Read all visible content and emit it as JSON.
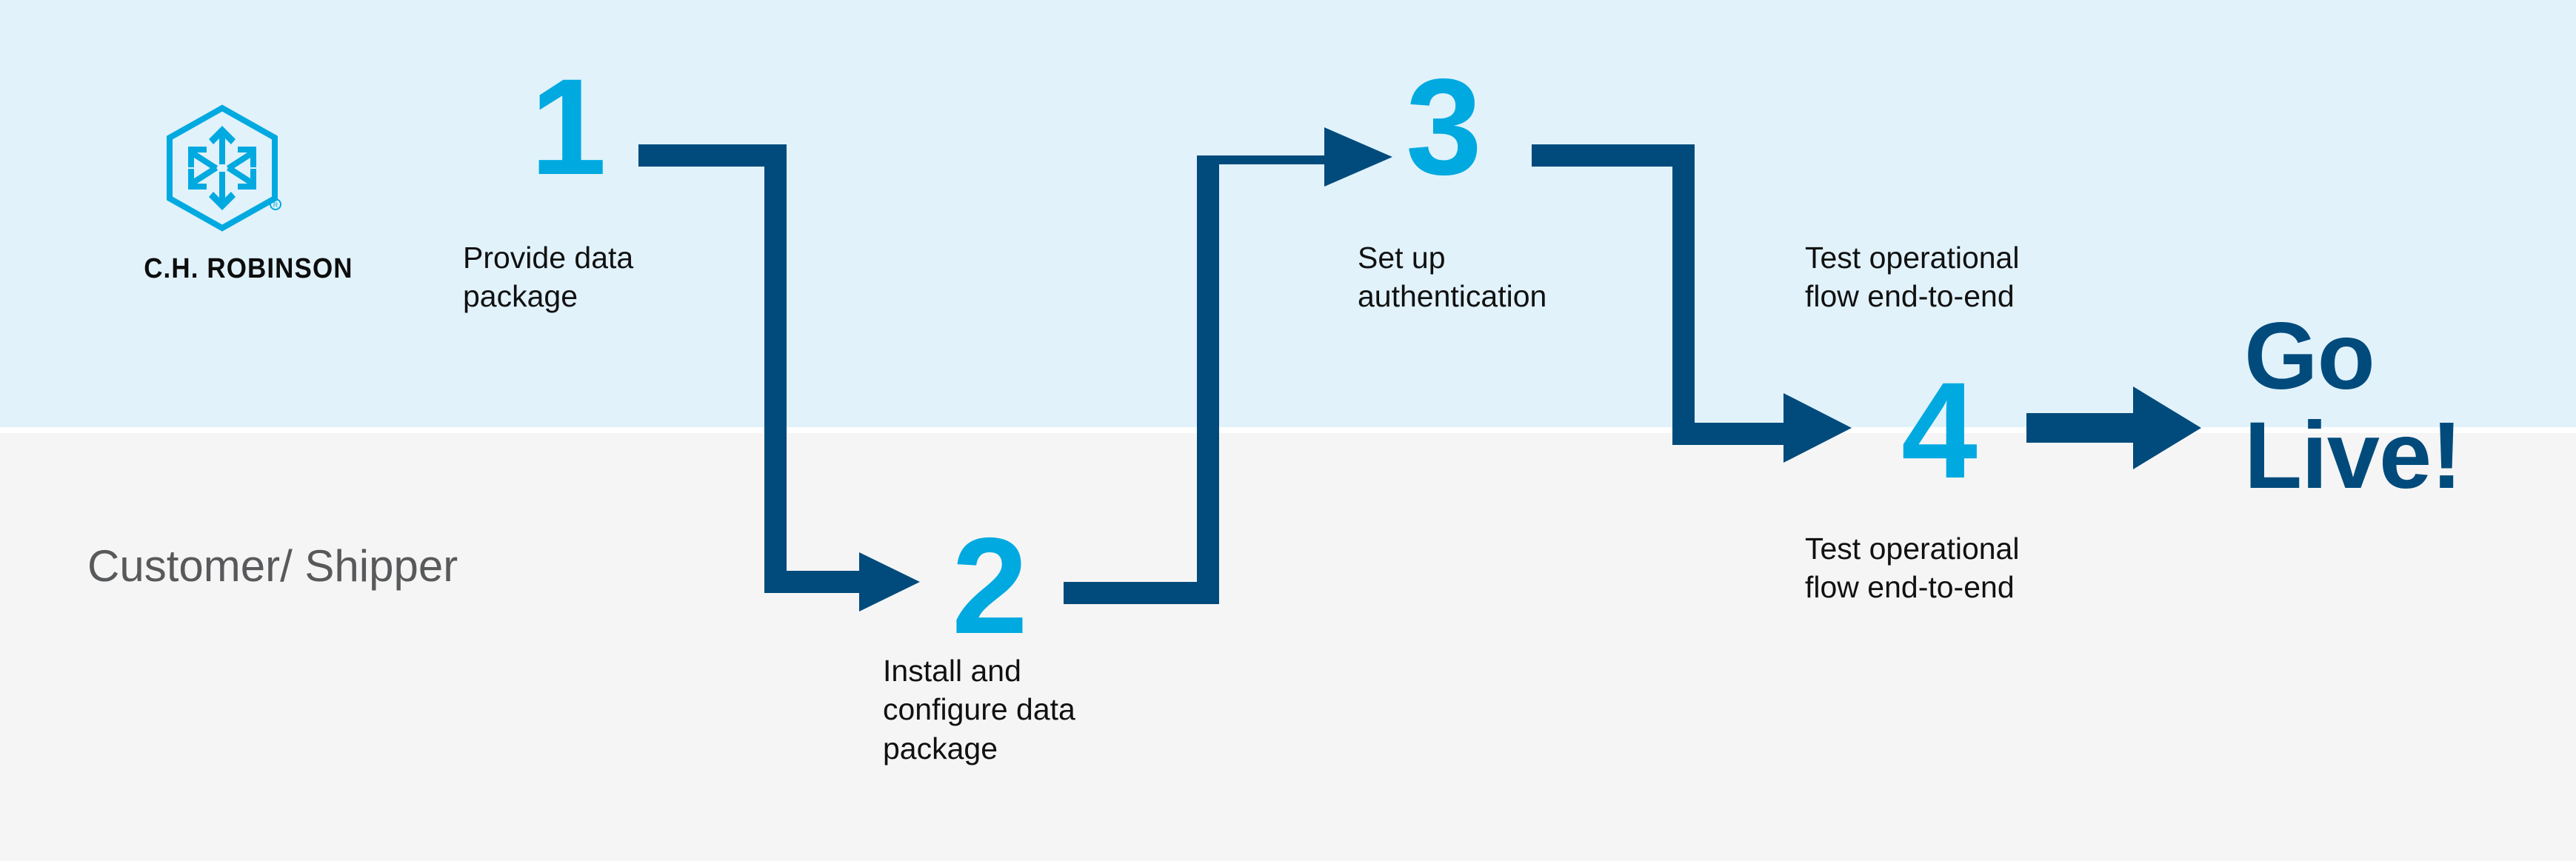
{
  "brand": {
    "logo_icon": "ch-robinson-cube-logo",
    "wordmark": "C.H. ROBINSON",
    "registered_mark": "®"
  },
  "lane": {
    "label": "Customer/\nShipper"
  },
  "colors": {
    "band_top": "#e1f2fb",
    "band_bottom": "#f5f5f5",
    "band_divider": "#ffffff",
    "accent_cyan": "#00a9e0",
    "accent_navy": "#004b7c",
    "caption_text": "#111111",
    "lane_text": "#58595b"
  },
  "steps": [
    {
      "number": "1",
      "caption": "Provide data\npackage"
    },
    {
      "number": "2",
      "caption": "Install and\nconfigure data\npackage"
    },
    {
      "number": "3",
      "caption": "Set up\nauthentication"
    },
    {
      "number": "4",
      "caption": "Test operational\nflow end-to-end"
    }
  ],
  "extra_captions": {
    "after_step3": "Test operational\nflow end-to-end"
  },
  "outcome": {
    "label": "Go\nLive!"
  },
  "chart_data": {
    "type": "flowchart",
    "title": "Customer/Shipper onboarding flow",
    "orientation": "left-to-right with vertical jogs between swimlanes",
    "lanes": [
      {
        "name": "upper-band",
        "color": "#e1f2fb"
      },
      {
        "name": "Customer/Shipper",
        "color": "#f5f5f5"
      }
    ],
    "nodes": [
      {
        "id": "1",
        "label": "Provide data package",
        "lane": "upper-band"
      },
      {
        "id": "2",
        "label": "Install and configure data package",
        "lane": "Customer/Shipper"
      },
      {
        "id": "3",
        "label": "Set up authentication",
        "lane": "upper-band"
      },
      {
        "id": "3b",
        "label": "Test operational flow end-to-end",
        "lane": "upper-band"
      },
      {
        "id": "4",
        "label": "Test operational flow end-to-end",
        "lane": "Customer/Shipper"
      },
      {
        "id": "go",
        "label": "Go Live!",
        "lane": "both"
      }
    ],
    "edges": [
      {
        "from": "1",
        "to": "2",
        "style": "elbow-down-right",
        "arrow": true
      },
      {
        "from": "2",
        "to": "3",
        "style": "elbow-up-right",
        "arrow": true
      },
      {
        "from": "3",
        "to": "4",
        "style": "elbow-down-right",
        "arrow": true
      },
      {
        "from": "4",
        "to": "go",
        "style": "straight-right",
        "arrow": true
      }
    ]
  }
}
